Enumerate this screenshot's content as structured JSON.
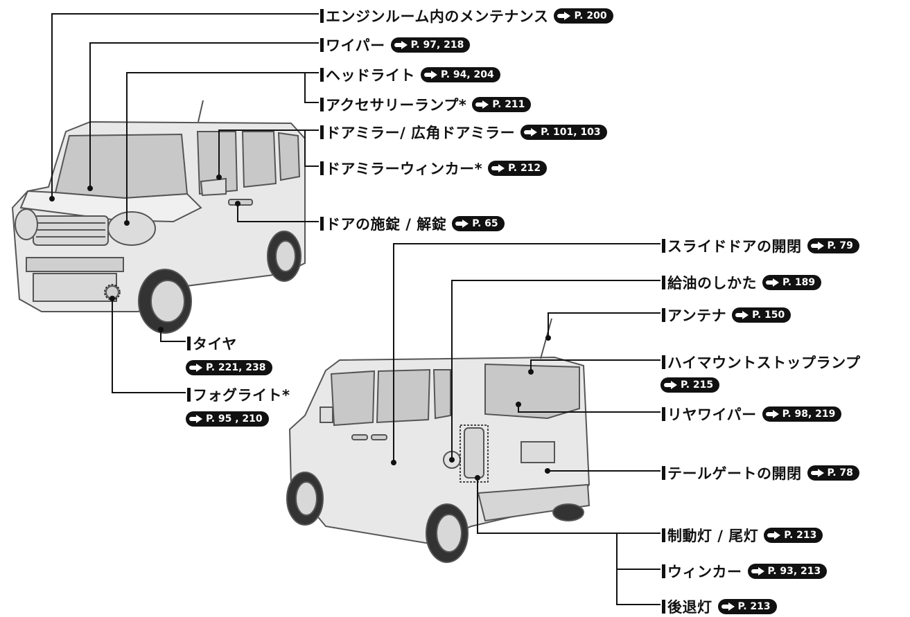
{
  "labels": {
    "engine_room": {
      "text": "エンジンルーム内のメンテナンス",
      "ref": "P. 200"
    },
    "wiper": {
      "text": "ワイパー",
      "ref": "P. 97, 218"
    },
    "headlight": {
      "text": "ヘッドライト",
      "ref": "P. 94, 204"
    },
    "accessory_lamp": {
      "text": "アクセサリーランプ*",
      "ref": "P. 211"
    },
    "door_mirror": {
      "text": "ドアミラー/ 広角ドアミラー",
      "ref": "P. 101, 103"
    },
    "mirror_winker": {
      "text": "ドアミラーウィンカー*",
      "ref": "P. 212"
    },
    "door_lock": {
      "text": "ドアの施錠 / 解錠",
      "ref": "P. 65"
    },
    "tire": {
      "text": "タイヤ",
      "ref": "P. 221, 238"
    },
    "fog_light": {
      "text": "フォグライト*",
      "ref": "P. 95 , 210"
    },
    "slide_door": {
      "text": "スライドドアの開閉",
      "ref": "P. 79"
    },
    "refuel": {
      "text": "給油のしかた",
      "ref": "P. 189"
    },
    "antenna": {
      "text": "アンテナ",
      "ref": "P. 150"
    },
    "high_mount": {
      "text": "ハイマウントストップランプ",
      "ref": "P. 215"
    },
    "rear_wiper": {
      "text": "リヤワイパー",
      "ref": "P. 98, 219"
    },
    "tailgate": {
      "text": "テールゲートの開閉",
      "ref": "P. 78"
    },
    "brake_tail": {
      "text": "制動灯 / 尾灯",
      "ref": "P. 213"
    },
    "winker": {
      "text": "ウィンカー",
      "ref": "P. 93, 213"
    },
    "reverse": {
      "text": "後退灯",
      "ref": "P. 213"
    }
  },
  "colors": {
    "line": "#111111",
    "body": "#ececec",
    "glass": "#c9c9c9",
    "ink": "#111111"
  }
}
